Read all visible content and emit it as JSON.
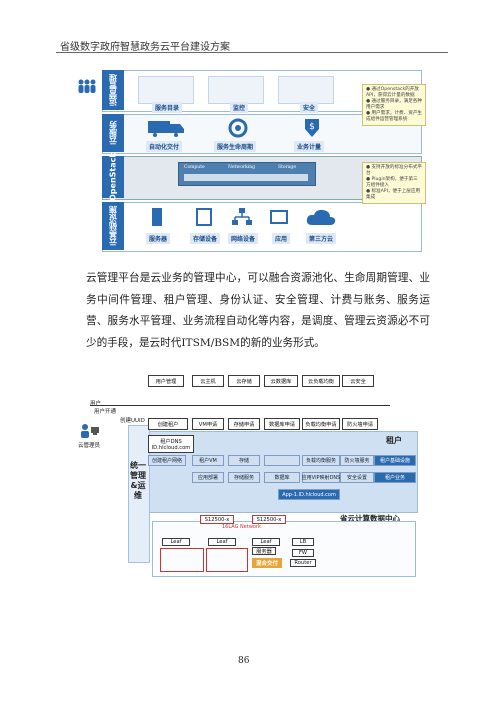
{
  "header": {
    "title": "省级数字政府智慧政务云平台建设方案"
  },
  "fig1": {
    "layers": [
      "运营管理",
      "云服务",
      "OpenStack",
      "云基础设施"
    ],
    "row1_items": [
      "服务目录",
      "监控",
      "安全"
    ],
    "row2_items": [
      "自动化交付",
      "服务生命周期",
      "业务计量"
    ],
    "row3_items": [
      "Compute",
      "Networking",
      "Storage"
    ],
    "row4_items": [
      "服务器",
      "存储设备",
      "网络设备",
      "应用",
      "第三方云"
    ],
    "note1": "● 通过Openstack的开放API，获得云计量的数据\n● 通过服务目录，满足各种用户需求\n● 用户需求，计费、资产生成组件运营管理系统",
    "note2": "● 支持开放的标准分布式平台\n● Plugin架构，便于第三方组件接入\n● 标准API，便于上层应用集成"
  },
  "paragraph": "云管理平台是云业务的管理中心，可以融合资源池化、生命周期管理、业务中间件管理、租户管理、身份认证、安全管理、计费与账务、服务运营、服务水平管理、业务流程自动化等内容，是调度、管理云资源必不可少的手段，是云时代ITSM/BSM的新的业务形式。",
  "fig2": {
    "top_boxes": [
      "用户管理",
      "云主机",
      "云存储",
      "云数据库",
      "云负载均衡",
      "云安全"
    ],
    "user_label": "用户",
    "open_label": "用户开通",
    "uuid_label": "创建UUID",
    "admin_label": "云管理员",
    "request_row": [
      "创建租户",
      "VM申请",
      "存储申请",
      "数据库申请",
      "负载均衡申请",
      "防火墙申请"
    ],
    "tenant_label": "租户",
    "dns_label": "租户DNS",
    "dns_domain": "ID.hlcloud.com",
    "resource_row": [
      "创建租户网络",
      "租户VM",
      "存储",
      "",
      "负载均衡服务",
      "防火墙服务",
      "租户基础设施"
    ],
    "service_row": [
      "应用部署",
      "存储服务",
      "数据库",
      "应用VIP映射DNS",
      "安全设置",
      "租户业务"
    ],
    "app_domain": "App-1.ID.hlcloud.com",
    "unify_label": "统一管理&运维",
    "dc_label": "省云计算数据中心",
    "sw_labels": [
      "S12500-x",
      "S12500-x"
    ],
    "irf_label": "16LAG Network",
    "delivery_label": "混合交付",
    "small_labels": [
      "Leaf",
      "Leaf",
      "Leaf",
      "LB",
      "服务器",
      "FW",
      "Router"
    ]
  },
  "page_number": "86"
}
